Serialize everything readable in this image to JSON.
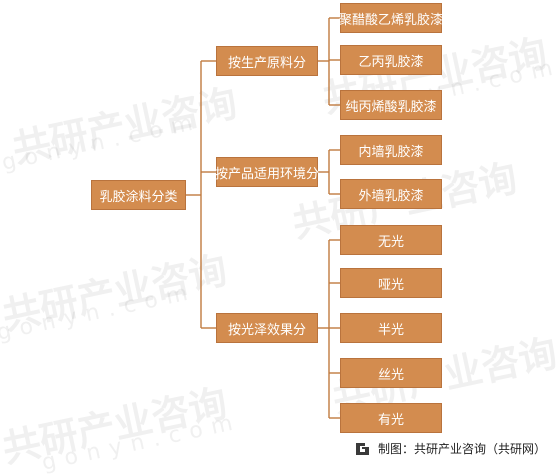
{
  "colors": {
    "node_fill": "#d38c4f",
    "connector": "#c07a3f",
    "logo": "#3a3a3a"
  },
  "watermark": {
    "brand_text": "共研产业咨询",
    "domain_text": "gonyn.com"
  },
  "root": {
    "label": "乳胶涂料分类"
  },
  "branches": [
    {
      "label": "按生产原料分",
      "leaves": [
        "聚醋酸乙烯乳胶漆",
        "乙丙乳胶漆",
        "纯丙烯酸乳胶漆"
      ]
    },
    {
      "label": "按产品适用环境分",
      "leaves": [
        "内墙乳胶漆",
        "外墙乳胶漆"
      ]
    },
    {
      "label": "按光泽效果分",
      "leaves": [
        "无光",
        "哑光",
        "半光",
        "丝光",
        "有光"
      ]
    }
  ],
  "footer": {
    "text": "制图：共研产业咨询（共研网）",
    "logo_icon": "gonyn-logo-icon"
  }
}
